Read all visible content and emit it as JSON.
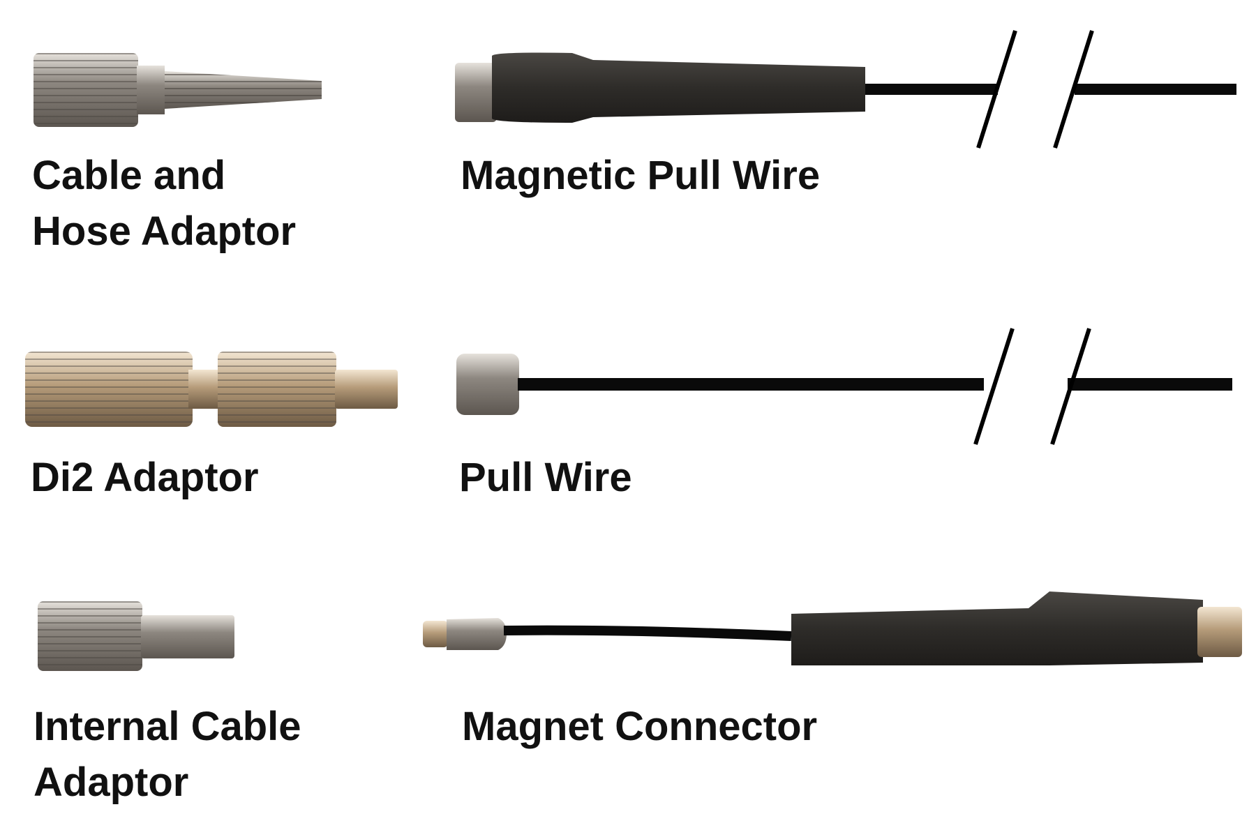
{
  "items": [
    {
      "name": "Cable and Hose Adaptor",
      "lines": [
        "Cable and",
        "Hose Adaptor"
      ]
    },
    {
      "name": "Magnetic Pull Wire"
    },
    {
      "name": "Di2 Adaptor"
    },
    {
      "name": "Pull Wire"
    },
    {
      "name": "Internal Cable Adaptor",
      "lines": [
        "Internal Cable",
        "Adaptor"
      ]
    },
    {
      "name": "Magnet Connector"
    }
  ],
  "colors": {
    "text": "#111111",
    "brass": "#b8a48a",
    "steel": "#a8a8a8",
    "sleeve": "#2e2c29",
    "wire": "#0a0a0a"
  }
}
